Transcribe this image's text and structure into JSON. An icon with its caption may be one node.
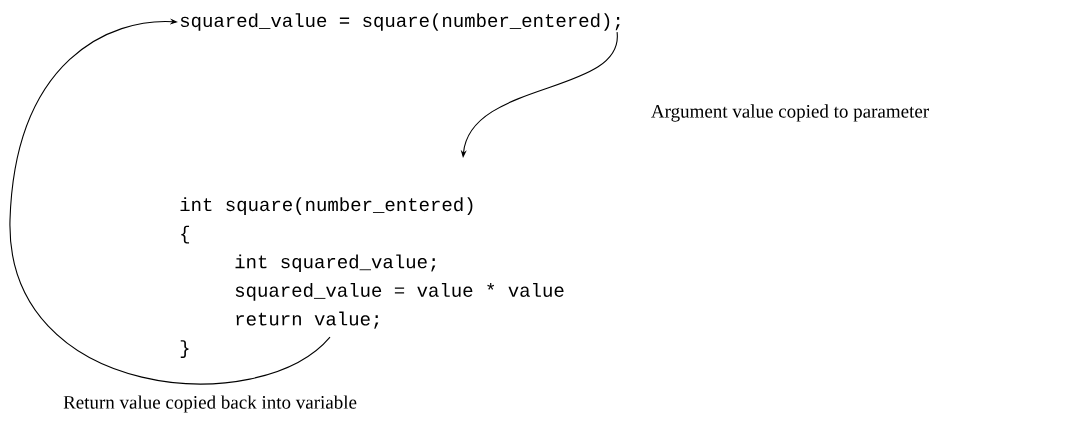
{
  "diagram": {
    "nodes": [
      {
        "text": [
          "squared_value = square(number_entered);"
        ]
      },
      {
        "text": [
          "int square(number_entered)",
          "{",
          "int squared_value;",
          "squared_value = value * value",
          "return value;",
          "}"
        ]
      }
    ],
    "edges": [
      {
        "from": 0,
        "to": 1,
        "arrow": "to",
        "label": "Argument value copied to parameter"
      },
      {
        "from": 1,
        "to": 0,
        "arrow": "to",
        "label": "Return value copied back into variable"
      }
    ]
  }
}
